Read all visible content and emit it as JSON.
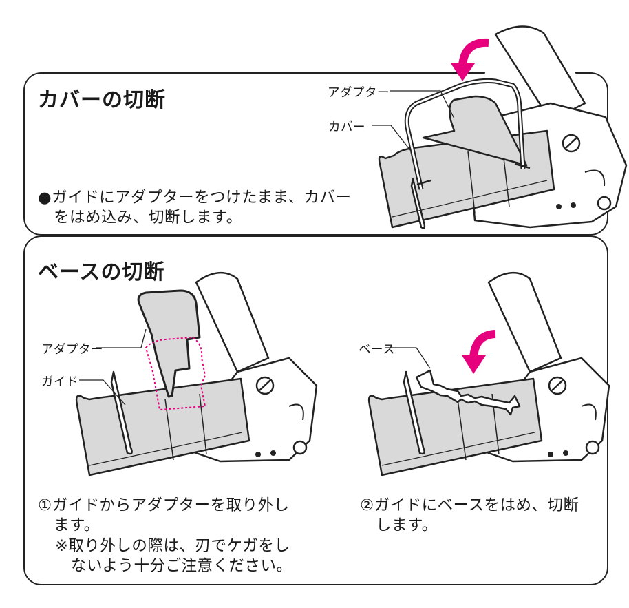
{
  "section1": {
    "title": "カバーの切断",
    "instruction": "●ガイドにアダプターをつけたまま、カバー\n　をはめ込み、切断します。",
    "labels": {
      "adapter": "アダプター",
      "cover": "カバー"
    }
  },
  "section2": {
    "title": "ベースの切断",
    "step1": {
      "text": "①ガイドからアダプターを取り外し\n　ます。",
      "note": "※取り外しの際は、刃でケガをし\n　ないよう十分ご注意ください。"
    },
    "step2": {
      "text": "②ガイドにベースをはめ、切断\n　します。"
    },
    "labels": {
      "adapter": "アダプター",
      "guide": "ガイド",
      "base": "ベース"
    }
  },
  "colors": {
    "accent": "#e6007e",
    "part_fill": "#d9d9d9",
    "outline": "#222222"
  }
}
